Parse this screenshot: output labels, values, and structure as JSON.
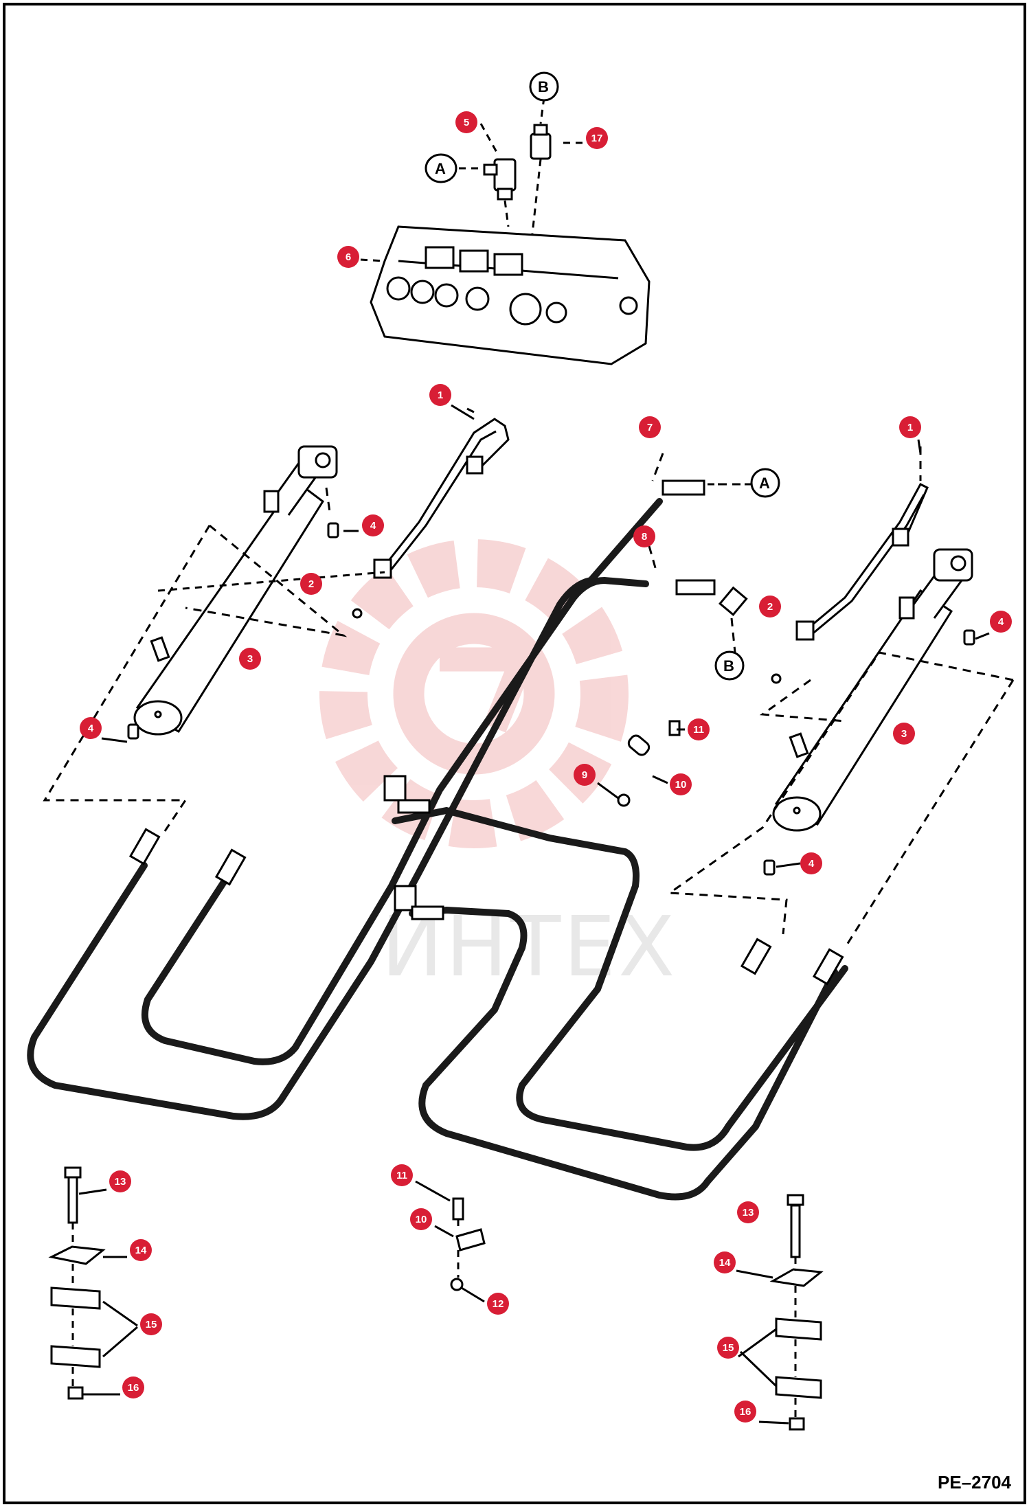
{
  "drawing_id": "PE–2704",
  "watermark_text": "ИНТЕХ",
  "colors": {
    "callout": "#d81e35",
    "hose": "#1a1a1a",
    "watermark": "#f2b8b8",
    "line": "#000000"
  },
  "connection_labels": [
    "A",
    "B",
    "A",
    "B"
  ],
  "callouts": [
    "5",
    "17",
    "6",
    "1",
    "7",
    "1",
    "4",
    "2",
    "8",
    "2",
    "4",
    "3",
    "3",
    "4",
    "11",
    "9",
    "10",
    "4",
    "13",
    "11",
    "14",
    "10",
    "12",
    "15",
    "13",
    "16",
    "14",
    "15",
    "16"
  ]
}
